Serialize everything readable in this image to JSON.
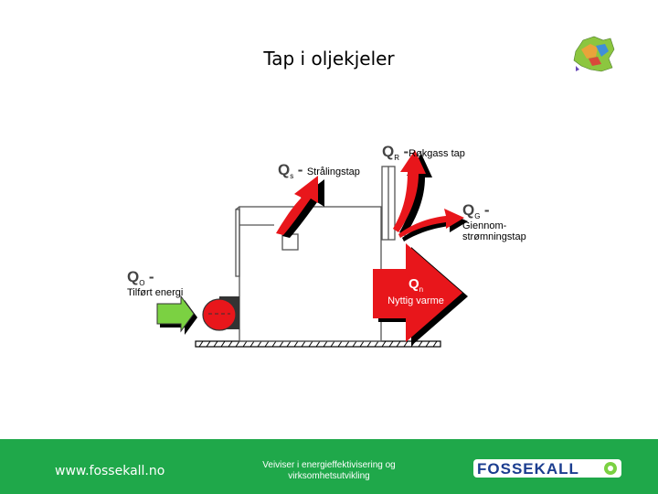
{
  "title": "Tap i oljekjeler",
  "labels": {
    "qr": {
      "letter": "Q",
      "sub": "R",
      "suffix": "-",
      "text": "Røkgass tap"
    },
    "qs": {
      "letter": "Q",
      "sub": "s",
      "suffix": "-",
      "text": "Strålingstap"
    },
    "qg": {
      "letter": "Q",
      "sub": "G",
      "suffix": "-",
      "text1": "Giennom-",
      "text2": "strømningstap"
    },
    "qo": {
      "letter": "Q",
      "sub": "O",
      "suffix": "-",
      "text": "Tilført energi"
    },
    "qn": {
      "letter": "Q",
      "sub": "n",
      "text": "Nyttig varme"
    }
  },
  "footer": {
    "url": "www.fossekall.no",
    "tagline_line1": "Veiviser i energieffektivisering og",
    "tagline_line2": "virksomhetsutvikling",
    "brand": "FOSSEKALL"
  },
  "colors": {
    "footer_bg": "#1fa84a",
    "arrow_red": "#e8161b",
    "arrow_green": "#7bd142",
    "brand_blue": "#1b3d8f"
  }
}
